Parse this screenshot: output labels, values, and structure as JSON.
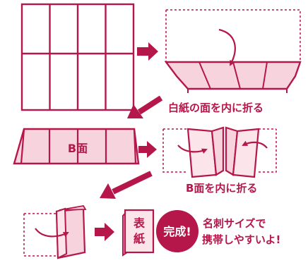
{
  "steps": {
    "step1_caption": "白紙の面を内に折る",
    "step2_panel_label": "B面",
    "step2_caption": "B面を内に折る",
    "step3_cover_line1": "表",
    "step3_cover_line2": "紙",
    "badge_label": "完成!",
    "final_note_line1": "名刺サイズで",
    "final_note_line2": "携帯しやすいよ!"
  },
  "colors": {
    "accent": "#b5174a",
    "panel_fill": "#f7d4dd",
    "panel_fill_light": "#fbe5eb"
  },
  "icons": [
    "arrow-right-icon",
    "arrow-down-left-icon",
    "curved-arrow-icon"
  ]
}
